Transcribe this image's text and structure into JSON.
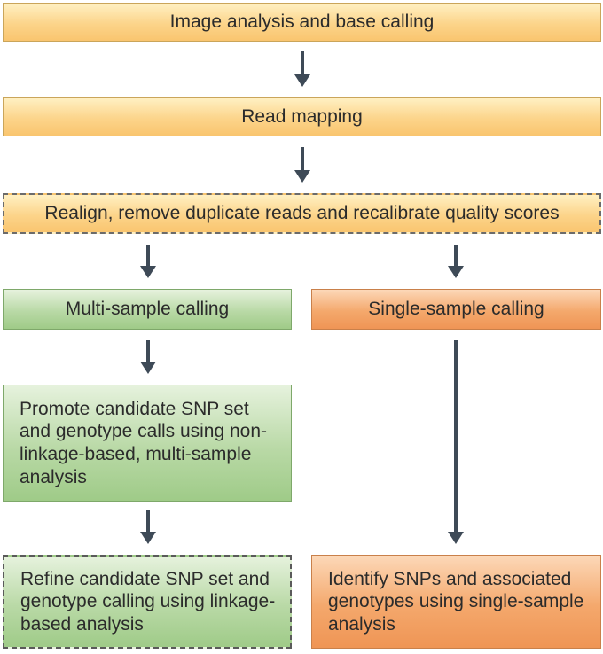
{
  "steps": {
    "image_analysis": "Image analysis and base calling",
    "read_mapping": "Read mapping",
    "realign": "Realign, remove duplicate reads and recalibrate quality scores",
    "multi_sample": "Multi-sample calling",
    "single_sample": "Single-sample calling",
    "promote": "Promote candidate SNP set and genotype calls using non-linkage-based, multi-sample analysis",
    "refine": "Refine candidate SNP set and genotype calling using linkage-based analysis",
    "identify": "Identify SNPs and associated genotypes using single-sample analysis"
  },
  "colors": {
    "yellow": "#f9c56f",
    "green": "#9fcb88",
    "orange": "#ef9555",
    "arrow": "#3e4a57"
  }
}
